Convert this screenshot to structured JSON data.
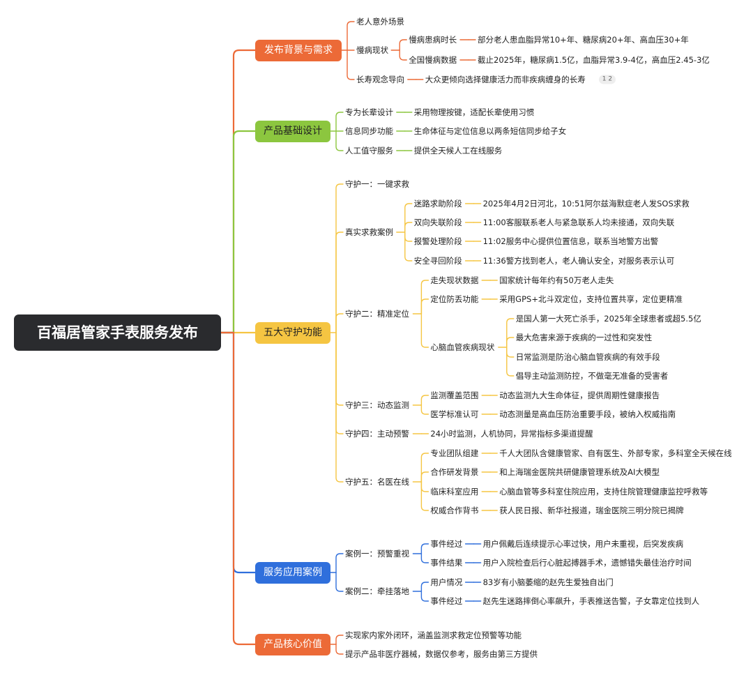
{
  "root": "百福居管家手表服务发布",
  "branches": [
    {
      "id": "b1",
      "label": "发布背景与需求",
      "color": "#ec6a37",
      "children": [
        {
          "text": "老人意外场景"
        },
        {
          "text": "慢病现状",
          "children": [
            {
              "text": "慢病患病时长",
              "children": [
                {
                  "text": "部分老人患血脂异常10+年、糖尿病20+年、高血压30+年"
                }
              ]
            },
            {
              "text": "全国慢病数据",
              "children": [
                {
                  "text": "截止2025年，糖尿病1.5亿，血脂异常3.9-4亿，高血压2.45-3亿"
                }
              ]
            }
          ]
        },
        {
          "text": "长寿观念导向",
          "children": [
            {
              "text": "大众更倾向选择健康活力而非疾病缠身的长寿",
              "badge": "1  2"
            }
          ]
        }
      ]
    },
    {
      "id": "b2",
      "label": "产品基础设计",
      "color": "#8cc63f",
      "children": [
        {
          "text": "专为长辈设计",
          "children": [
            {
              "text": "采用物理按键，适配长辈使用习惯"
            }
          ]
        },
        {
          "text": "信息同步功能",
          "children": [
            {
              "text": "生命体征与定位信息以两条短信同步给子女"
            }
          ]
        },
        {
          "text": "人工值守服务",
          "children": [
            {
              "text": "提供全天候人工在线服务"
            }
          ]
        }
      ]
    },
    {
      "id": "b3",
      "label": "五大守护功能",
      "color": "#f5c542",
      "children": [
        {
          "text": "守护一：一键求救"
        },
        {
          "text": "真实求救案例",
          "children": [
            {
              "text": "迷路求助阶段",
              "children": [
                {
                  "text": "2025年4月2日河北，10:51阿尔兹海默症老人发SOS求救"
                }
              ]
            },
            {
              "text": "双向失联阶段",
              "children": [
                {
                  "text": "11:00客服联系老人与紧急联系人均未接通，双向失联"
                }
              ]
            },
            {
              "text": "报警处理阶段",
              "children": [
                {
                  "text": "11:02服务中心提供位置信息，联系当地警方出警"
                }
              ]
            },
            {
              "text": "安全寻回阶段",
              "children": [
                {
                  "text": "11:36警方找到老人，老人确认安全，对服务表示认可"
                }
              ]
            }
          ]
        },
        {
          "text": "守护二：精准定位",
          "children": [
            {
              "text": "走失现状数据",
              "children": [
                {
                  "text": "国家统计每年约有50万老人走失"
                }
              ]
            },
            {
              "text": "定位防丢功能",
              "children": [
                {
                  "text": "采用GPS+北斗双定位，支持位置共享，定位更精准"
                }
              ]
            },
            {
              "text": "心脑血管疾病现状",
              "children": [
                {
                  "text": "是国人第一大死亡杀手，2025年全球患者或超5.5亿"
                },
                {
                  "text": "最大危害来源于疾病的一过性和突发性"
                },
                {
                  "text": "日常监测是防治心脑血管疾病的有效手段"
                },
                {
                  "text": "倡导主动监测防控，不做毫无准备的受害者"
                }
              ]
            }
          ]
        },
        {
          "text": "守护三：动态监测",
          "children": [
            {
              "text": "监测覆盖范围",
              "children": [
                {
                  "text": "动态监测九大生命体征，提供周期性健康报告"
                }
              ]
            },
            {
              "text": "医学标准认可",
              "children": [
                {
                  "text": "动态测量是高血压防治重要手段，被纳入权威指南"
                }
              ]
            }
          ]
        },
        {
          "text": "守护四：主动预警",
          "children": [
            {
              "text": "24小时监测，人机协同，异常指标多渠道提醒"
            }
          ]
        },
        {
          "text": "守护五：名医在线",
          "children": [
            {
              "text": "专业团队组建",
              "children": [
                {
                  "text": "千人大团队含健康管家、自有医生、外部专家，多科室全天候在线"
                }
              ]
            },
            {
              "text": "合作研发背景",
              "children": [
                {
                  "text": "和上海瑞金医院共研健康管理系统及AI大模型"
                }
              ]
            },
            {
              "text": "临床科室应用",
              "children": [
                {
                  "text": "心脑血管等多科室住院应用，支持住院管理健康监控呼救等"
                }
              ]
            },
            {
              "text": "权威合作背书",
              "children": [
                {
                  "text": "获人民日报、新华社报道，瑞金医院三明分院已揭牌"
                }
              ]
            }
          ]
        }
      ]
    },
    {
      "id": "b4",
      "label": "服务应用案例",
      "color": "#2f6fdc",
      "children": [
        {
          "text": "案例一：预警重视",
          "children": [
            {
              "text": "事件经过",
              "children": [
                {
                  "text": "用户佩戴后连续提示心率过快，用户未重视，后突发疾病"
                }
              ]
            },
            {
              "text": "事件结果",
              "children": [
                {
                  "text": "用户入院检查后行心脏起搏器手术，遗憾错失最佳治疗时间"
                }
              ]
            }
          ]
        },
        {
          "text": "案例二：牵挂落地",
          "children": [
            {
              "text": "用户情况",
              "children": [
                {
                  "text": "83岁有小脑萎缩的赵先生爱独自出门"
                }
              ]
            },
            {
              "text": "事件经过",
              "children": [
                {
                  "text": "赵先生迷路摔倒心率飙升，手表推送告警，子女靠定位找到人"
                }
              ]
            }
          ]
        }
      ]
    },
    {
      "id": "b5",
      "label": "产品核心价值",
      "color": "#ec6a37",
      "children": [
        {
          "text": "实现家内家外闭环，涵盖监测求救定位预警等功能"
        },
        {
          "text": "提示产品非医疗器械，数据仅参考，服务由第三方提供"
        }
      ]
    }
  ]
}
